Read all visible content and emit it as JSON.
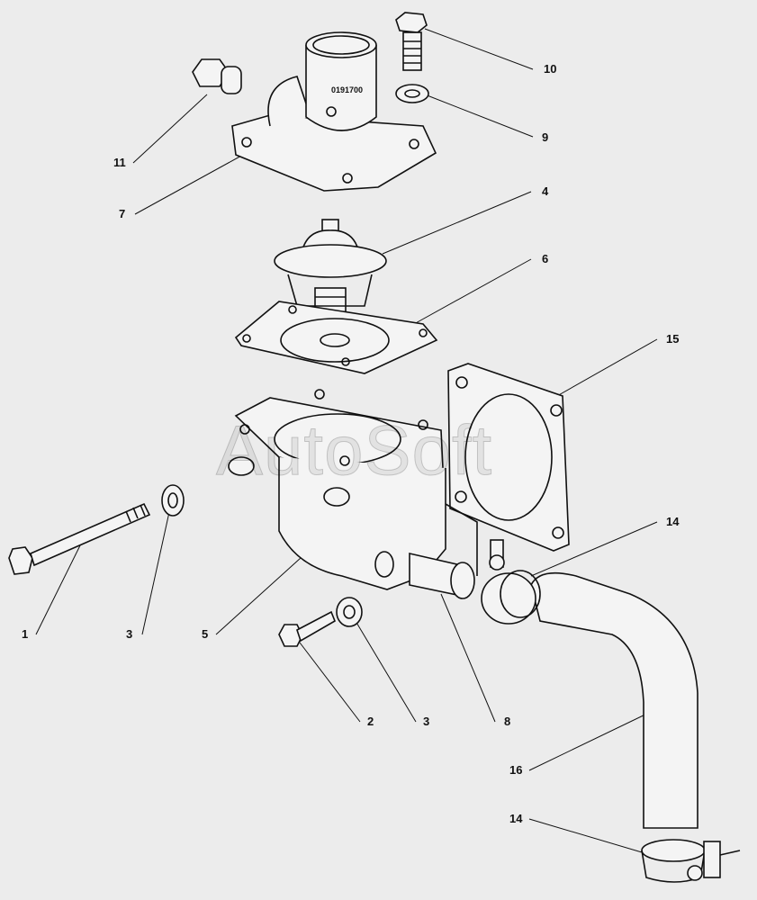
{
  "diagram": {
    "watermark": "AutoSoft",
    "part_stamp": "0191700",
    "callouts": [
      {
        "id": "c10",
        "label": "10"
      },
      {
        "id": "c9",
        "label": "9"
      },
      {
        "id": "c11",
        "label": "11"
      },
      {
        "id": "c7",
        "label": "7"
      },
      {
        "id": "c4",
        "label": "4"
      },
      {
        "id": "c6",
        "label": "6"
      },
      {
        "id": "c15",
        "label": "15"
      },
      {
        "id": "c14a",
        "label": "14"
      },
      {
        "id": "c1",
        "label": "1"
      },
      {
        "id": "c3a",
        "label": "3"
      },
      {
        "id": "c5",
        "label": "5"
      },
      {
        "id": "c2",
        "label": "2"
      },
      {
        "id": "c3b",
        "label": "3"
      },
      {
        "id": "c8",
        "label": "8"
      },
      {
        "id": "c16",
        "label": "16"
      },
      {
        "id": "c14b",
        "label": "14"
      }
    ]
  }
}
